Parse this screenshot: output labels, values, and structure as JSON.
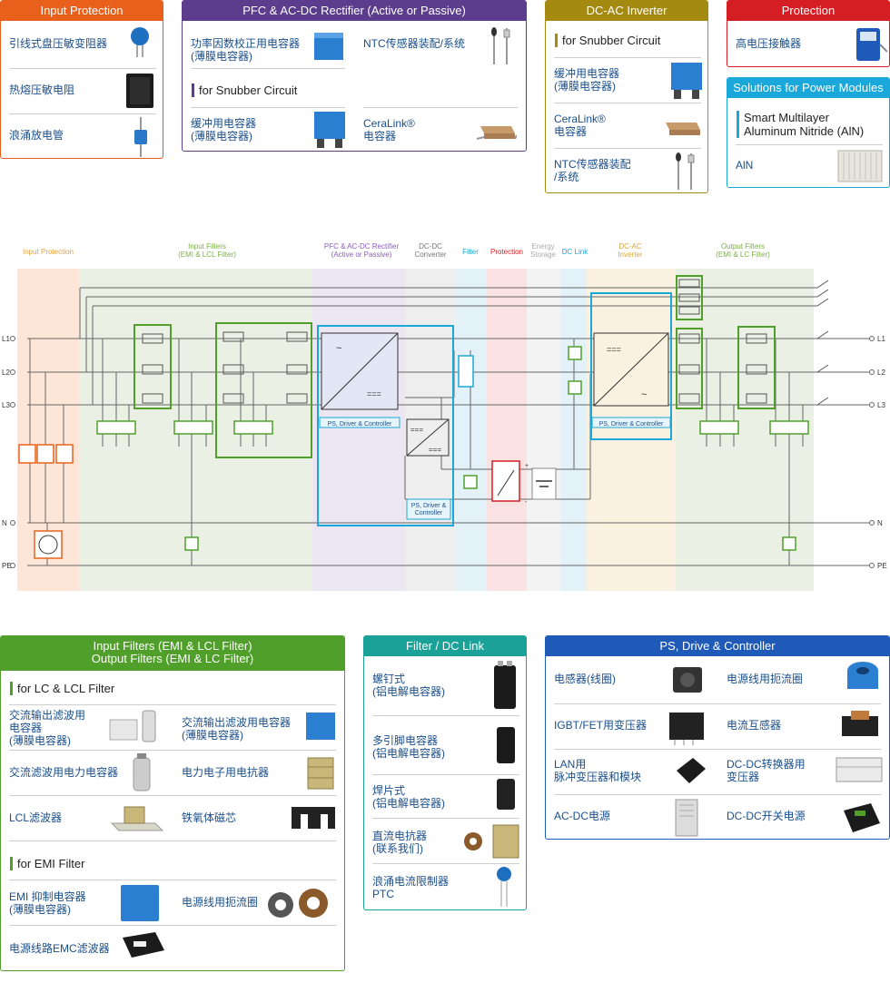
{
  "colors": {
    "orange": "#e8601c",
    "purple": "#5c3c8c",
    "olive": "#a58a12",
    "red": "#d51e24",
    "cyan": "#1aa7d9",
    "green": "#4f9f2a",
    "teal": "#1aa198",
    "blue": "#1f5ab8",
    "link": "#1a4f8b"
  },
  "top": {
    "input_protection": {
      "title": "Input Protection",
      "items": [
        "引线式盘压敏变阻器",
        "热熔压敏电阻",
        "浪涌放电管"
      ]
    },
    "pfc": {
      "title": "PFC & AC-DC Rectifier (Active or Passive)",
      "items": [
        "功率因数校正用电容器\n(薄膜电容器)",
        "NTC传感器装配/系统"
      ],
      "snubber_heading": "for Snubber Circuit",
      "snubber_items": [
        "缓冲用电容器\n(薄膜电容器)",
        "CeraLink®\n电容器"
      ]
    },
    "dcac": {
      "title": "DC-AC Inverter",
      "snubber_heading": "for Snubber Circuit",
      "items": [
        "缓冲用电容器\n(薄膜电容器)",
        "CeraLink®\n电容器",
        "NTC传感器装配\n/系统"
      ]
    },
    "protection": {
      "title": "Protection",
      "items": [
        "高电压接触器"
      ]
    },
    "power_modules": {
      "title": "Solutions for Power Modules",
      "heading": "Smart Multilayer\nAluminum Nitride (AlN)",
      "items": [
        "AlN"
      ]
    }
  },
  "diagram": {
    "sections": {
      "input_protection": "Input Protection",
      "input_filters": "Input Filters\n(EMI & LCL Filter)",
      "pfc": "PFC & AC-DC Rectifier\n(Active or Passive)",
      "dcdc": "DC-DC\nConverter",
      "filter": "Filter",
      "protection": "Protection",
      "energy_storage": "Energy\nStorage",
      "dc_link": "DC Link",
      "dcac": "DC-AC\nInverter",
      "output_filters": "Output Filters\n(EMI & LC Filter)"
    },
    "lines_left": [
      "L1",
      "L2",
      "L3",
      "N",
      "PE"
    ],
    "lines_right": [
      "L1",
      "L2",
      "L3",
      "N",
      "PE"
    ],
    "ps_driver_controller": "PS, Driver & Controller",
    "ps_driver_controller_2": "PS, Driver &\nController",
    "plus": "+",
    "minus": "-"
  },
  "bottom": {
    "filters": {
      "title": "Input Filters (EMI & LCL Filter)\nOutput Filters (EMI & LC Filter)",
      "lcl_heading": "for LC & LCL Filter",
      "lcl_items": [
        "交流输出滤波用\n电容器\n(薄膜电容器)",
        "交流输出滤波用电容器\n(薄膜电容器)",
        "交流滤波用电力电容器",
        "电力电子用电抗器",
        "LCL滤波器",
        "铁氧体磁芯"
      ],
      "emi_heading": "for EMI Filter",
      "emi_items": [
        "EMI 抑制电容器\n(薄膜电容器)",
        "电源线用扼流圈",
        "电源线路EMC滤波器"
      ]
    },
    "dclink": {
      "title": "Filter / DC Link",
      "items": [
        "螺钉式\n(铝电解电容器)",
        "多引脚电容器\n(铝电解电容器)",
        "焊片式\n(铝电解电容器)",
        "直流电抗器\n(联系我们)",
        "浪涌电流限制器\nPTC"
      ]
    },
    "ps": {
      "title": "PS, Drive & Controller",
      "items": [
        "电感器(线圈)",
        "电源线用扼流圈",
        "IGBT/FET用变压器",
        "电流互感器",
        "LAN用\n脉冲变压器和模块",
        "DC-DC转换器用\n变压器",
        "AC-DC电源",
        "DC-DC开关电源"
      ]
    }
  }
}
